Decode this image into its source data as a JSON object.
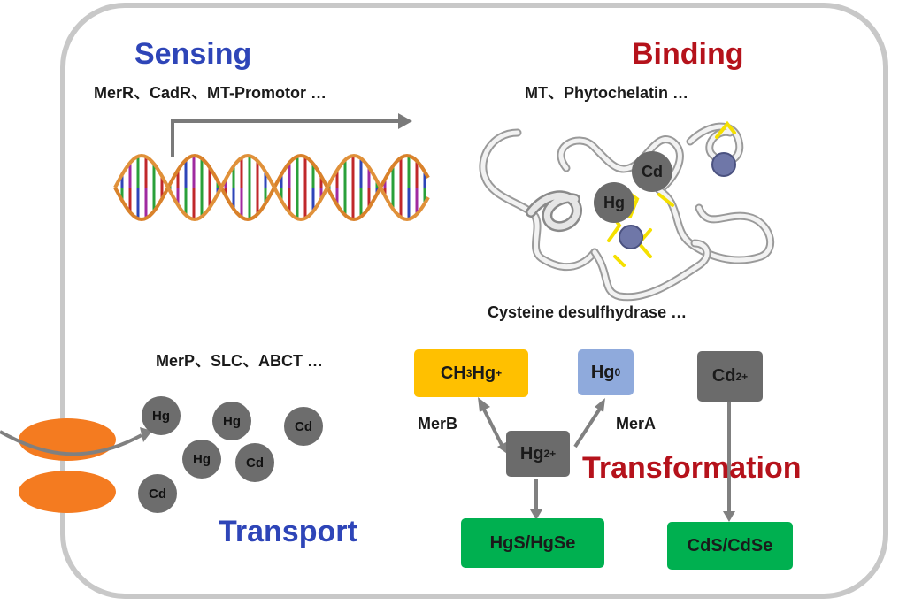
{
  "headings": {
    "sensing": "Sensing",
    "binding": "Binding",
    "transport": "Transport",
    "transformation": "Transformation"
  },
  "labels": {
    "sensing_proteins": "MerR、CadR、MT-Promotor …",
    "binding_proteins": "MT、Phytochelatin …",
    "cysteine": "Cysteine desulfhydrase …",
    "transport_proteins": "MerP、SLC、ABCT …",
    "merb": "MerB",
    "mera": "MerA"
  },
  "protein_ions": {
    "cd": "Cd",
    "hg": "Hg"
  },
  "transport_ions": [
    "Hg",
    "Hg",
    "Cd",
    "Hg",
    "Cd",
    "Cd"
  ],
  "species": {
    "ch3hg": {
      "base": "CH",
      "sub": "3",
      "mid": "Hg",
      "sup": "+"
    },
    "hg0": {
      "base": "Hg",
      "sup": "0"
    },
    "hg2": {
      "base": "Hg",
      "sup": "2+"
    },
    "cd2": {
      "base": "Cd",
      "sup": "2+"
    },
    "hgs": "HgS/HgSe",
    "cds": "CdS/CdSe"
  },
  "colors": {
    "sensing_blue": "#2e45b8",
    "transport_blue": "#2e45b8",
    "binding_red": "#b5121b",
    "transformation_red": "#b5121b",
    "frame": "#c8c8c8",
    "ch3hg_box": "#ffc000",
    "hg0_box": "#8faadc",
    "gray_box": "#6b6b6b",
    "green_box": "#00b050",
    "membrane": "#f47b20"
  }
}
